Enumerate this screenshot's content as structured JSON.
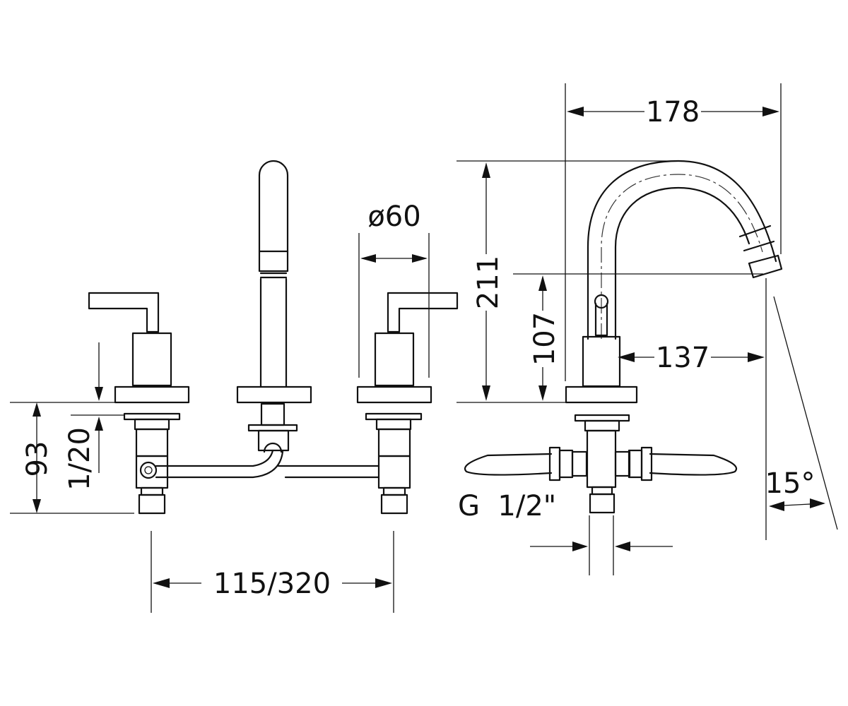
{
  "dimensions": {
    "width_overall": "178",
    "spout_diameter": "ø60",
    "height_spout": "211",
    "height_outlet": "107",
    "spout_reach": "137",
    "height_below_deck": "93",
    "deck_thickness": "1/20",
    "handle_spacing": "115/320",
    "connection": "G  1/2\"",
    "outlet_angle": "15°"
  }
}
